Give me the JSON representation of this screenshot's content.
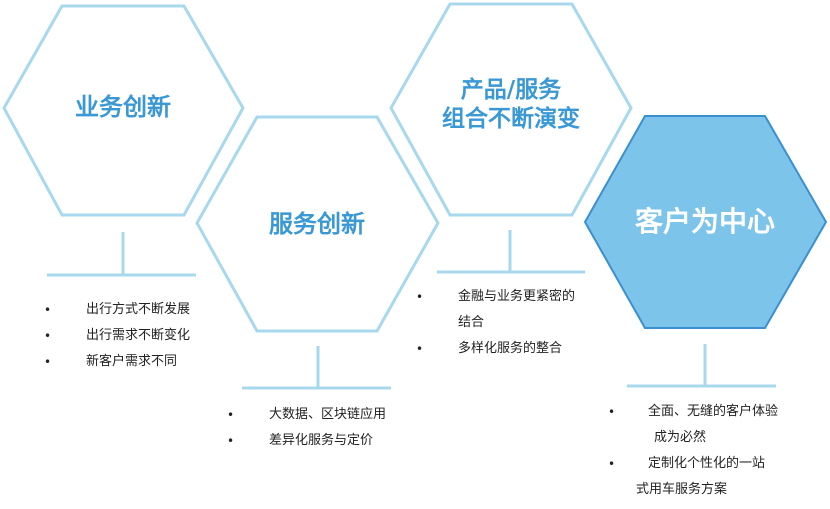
{
  "colors": {
    "hex_stroke": "#a8d8ec",
    "hex_fill_highlight": "#7cc4ea",
    "hex_stroke_highlight": "#3a8fd0",
    "label_blue": "#3a99d4",
    "connector": "#a8d8ec"
  },
  "stages": [
    {
      "label_lines": [
        "业务创新"
      ],
      "bullets": [
        {
          "lines": [
            "出行方式不断发展"
          ]
        },
        {
          "lines": [
            "出行需求不断变化"
          ]
        },
        {
          "lines": [
            "新客户需求不同"
          ]
        }
      ]
    },
    {
      "label_lines": [
        "服务创新"
      ],
      "bullets": [
        {
          "lines": [
            "大数据、区块链应用"
          ]
        },
        {
          "lines": [
            "差异化服务与定价"
          ]
        }
      ]
    },
    {
      "label_lines": [
        "产品/服务",
        "组合不断演变"
      ],
      "bullets": [
        {
          "lines": [
            "金融与业务更紧密的",
            "结合"
          ]
        },
        {
          "lines": [
            "多样化服务的整合"
          ]
        }
      ]
    },
    {
      "label_lines": [
        "客户为中心"
      ],
      "highlighted": true,
      "bullets": [
        {
          "lines": [
            "全面、无缝的客户体验",
            "成为必然"
          ]
        },
        {
          "lines": [
            "定制化个性化的一站",
            "式用车服务方案"
          ]
        }
      ]
    }
  ]
}
